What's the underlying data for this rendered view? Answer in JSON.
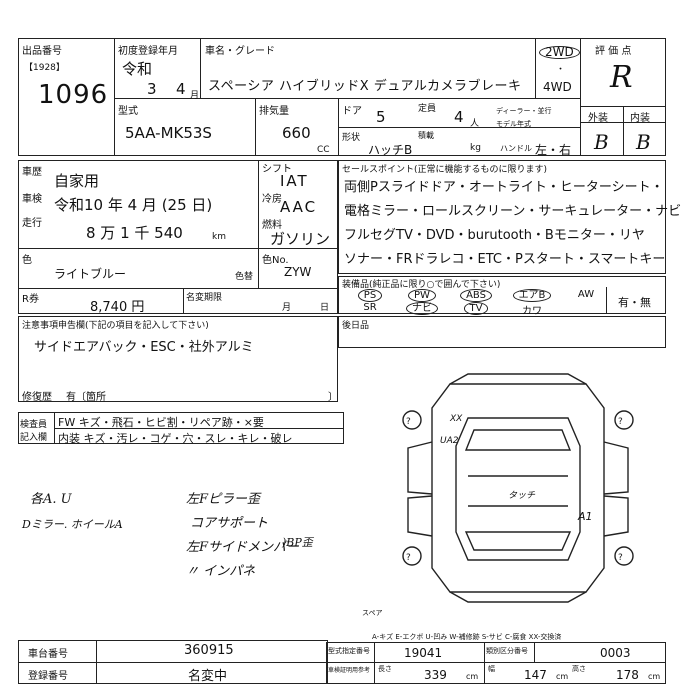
{
  "header": {
    "lot_no_label": "出品番号",
    "lot_sub": "【1928】",
    "lot_no": "1096",
    "first_reg_label": "初度登録年月",
    "era": "令和",
    "year": "3",
    "month": "4",
    "month_unit": "月",
    "car_name_label": "車名・グレード",
    "car_name": "スペーシア ハイブリッドX デュアルカメラブレーキ",
    "drive_2wd": "2WD",
    "drive_4wd": "4WD",
    "eval_label": "評 価 点",
    "eval_score": "R",
    "model_label": "型式",
    "model": "5AA-MK53S",
    "displacement_label": "排気量",
    "displacement": "660",
    "cc": "CC",
    "doors_label": "ドア",
    "doors": "5",
    "capacity_label": "定員",
    "capacity": "4",
    "capacity_unit": "人",
    "dealer_label": "ディーラー・並行",
    "model_year_label": "モデル年式",
    "shape_label": "形状",
    "shape": "ハッチB",
    "load_label": "積載",
    "kg": "kg",
    "handle_label": "ハンドル",
    "handle": "左・右",
    "ext_label": "外装",
    "int_label": "内装",
    "ext_score": "B",
    "int_score": "B"
  },
  "vehicle": {
    "use_label": "車歴",
    "use": "自家用",
    "inspection_label": "車検",
    "inspection": "令和10 年  4 月 (25 日)",
    "mileage_label": "走行",
    "mileage": "8 万 1 千 540",
    "km": "km",
    "color_label": "色",
    "color": "ライトブルー",
    "color_swap_label": "色替",
    "shift_label": "シフト",
    "shift": "IAT",
    "aircon_label": "冷房",
    "aircon": "AAC",
    "fuel_label": "燃料",
    "fuel": "ガソリン",
    "color_no_label": "色No.",
    "color_code": "ZYW",
    "recycle_label": "R券",
    "recycle": "8,740 円",
    "name_change_label": "名変期限",
    "name_change_month": "月",
    "name_change_day": "日"
  },
  "sales_points": {
    "label": "セールスポイント(正常に機能するものに限ります)",
    "lines": [
      "両側Pスライドドア・オートライト・ヒーターシート・",
      "電格ミラー・ロールスクリーン・サーキュレーター・ナビ",
      "フルセグTV・DVD・burutooth・Bモニター・リヤ",
      "ソナー・FRドラレコ・ETC・Pスタート・スマートキー"
    ]
  },
  "equipment": {
    "label": "装備品(純正品に限り○で囲んで下さい)",
    "row1": [
      "PS",
      "PW",
      "ABS",
      "エアB",
      "AW"
    ],
    "row2": [
      "SR",
      "ナビ",
      "TV",
      "カワ"
    ],
    "yes_no": "有・無"
  },
  "notes": {
    "label": "注意事項申告欄(下記の項目を記入して下さい)",
    "text": "サイドエアバック・ESC・社外アルミ",
    "repair_label": "修復歴",
    "repair_value": "有〔箇所",
    "repair_close": "〕"
  },
  "inspector": {
    "label1": "検査員",
    "label2": "記入欄",
    "row1": "FW  キズ・飛石・ヒビ割・リペア跡・×要",
    "row2": "内装  キズ・汚レ・コゲ・穴・スレ・キレ・破レ"
  },
  "rear_seat_label": "後日品",
  "handwritten": [
    "各A. U",
    "Dミラー. ホイールA",
    "左Fピラー歪",
    "コアサポート",
    "左Fサイドメンバー",
    "〃  インパネ",
    ")BP歪"
  ],
  "diagram_marks": [
    "XX",
    "UA2",
    "A1",
    "タッチ",
    "スペア"
  ],
  "legend": "A-キズ E-エクボ U-凹み W-補修跡 S-サビ C-腐食 XX-交換済",
  "footer": {
    "car_no_label": "車台番号",
    "car_no": "360915",
    "reg_no_label": "登録番号",
    "reg_no": "名変中",
    "model_no_label": "型式指定番号",
    "model_no": "19041",
    "class_no_label": "類別区分番号",
    "class_no": "0003",
    "cert_label": "車検証明用参考",
    "length_label": "長さ",
    "length": "339",
    "cm": "cm",
    "width_label": "幅",
    "width": "147",
    "height_label": "高さ",
    "height": "178"
  }
}
